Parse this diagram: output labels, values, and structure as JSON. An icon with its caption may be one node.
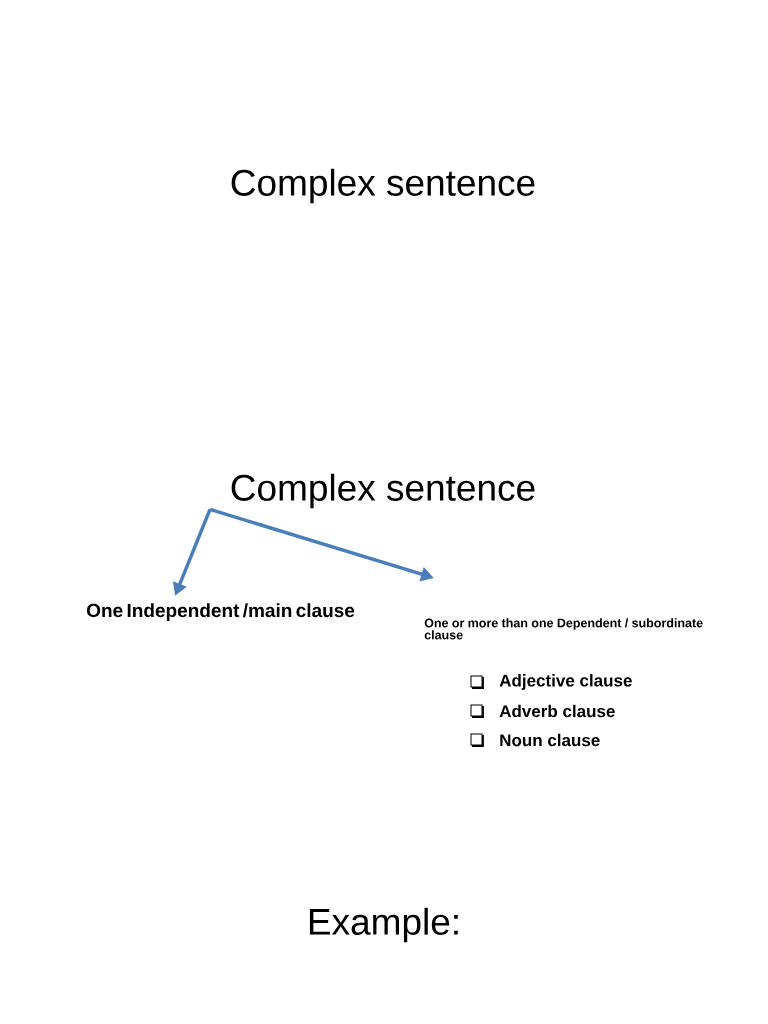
{
  "diagram": {
    "title": "Complex sentence",
    "nodes": [
      {
        "text": [
          "Complex sentence"
        ]
      },
      {
        "text": [
          "One  Independent /main clause"
        ]
      },
      {
        "text": [
          "One or more than one Dependent / subordinate clause"
        ]
      }
    ],
    "edges": [
      {
        "from": 0,
        "to": 1,
        "arrow": "to"
      },
      {
        "from": 0,
        "to": 2,
        "arrow": "to"
      }
    ],
    "labels": [
      "Adjective clause",
      "Adverb clause",
      "Noun clause",
      "Example:"
    ]
  }
}
